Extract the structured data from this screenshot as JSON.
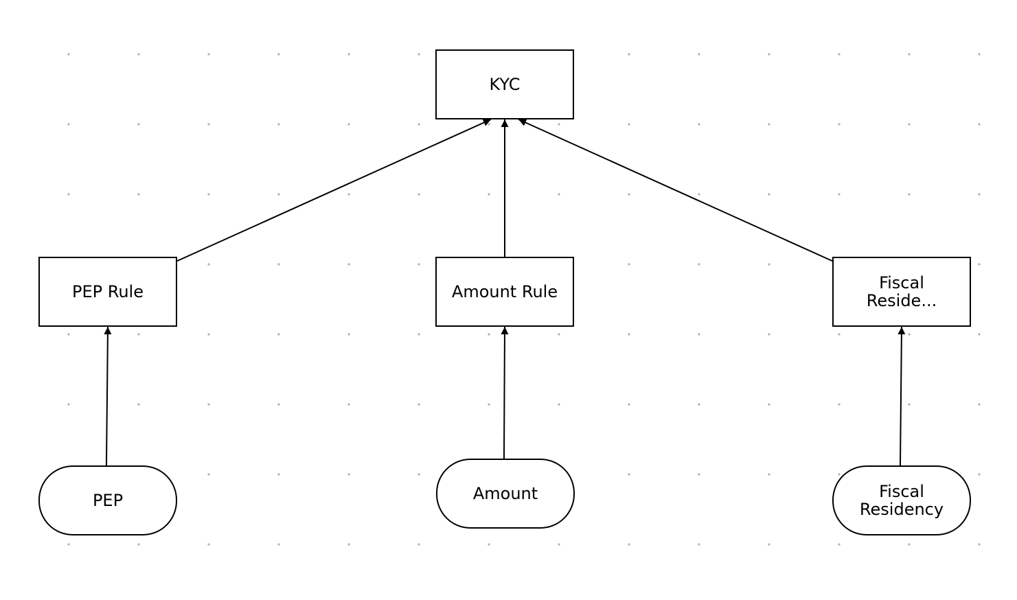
{
  "diagram": {
    "colors": {
      "stroke": "#000000",
      "background": "#ffffff",
      "grid_dot": "#b0b0b0"
    },
    "nodes": {
      "kyc": {
        "label": "KYC",
        "kind": "decision"
      },
      "pep_rule": {
        "label": "PEP Rule",
        "kind": "decision"
      },
      "amount_rule": {
        "label": "Amount Rule",
        "kind": "decision"
      },
      "fiscal_rule": {
        "label": "Fiscal\nReside...",
        "kind": "decision"
      },
      "pep": {
        "label": "PEP",
        "kind": "input"
      },
      "amount": {
        "label": "Amount",
        "kind": "input"
      },
      "fiscal_residency": {
        "label": "Fiscal\nResidency",
        "kind": "input"
      }
    },
    "edges": [
      {
        "from": "pep_rule",
        "to": "kyc"
      },
      {
        "from": "amount_rule",
        "to": "kyc"
      },
      {
        "from": "fiscal_rule",
        "to": "kyc"
      },
      {
        "from": "pep",
        "to": "pep_rule"
      },
      {
        "from": "amount",
        "to": "amount_rule"
      },
      {
        "from": "fiscal_residency",
        "to": "fiscal_rule"
      }
    ]
  }
}
